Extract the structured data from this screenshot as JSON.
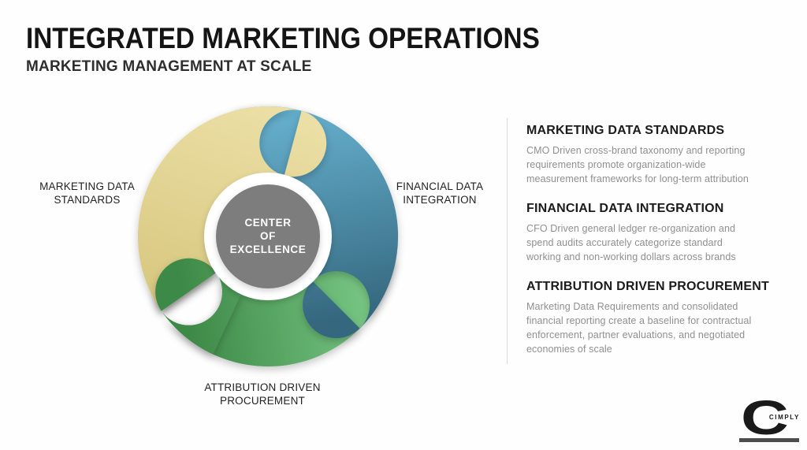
{
  "slide": {
    "title": "INTEGRATED MARKETING OPERATIONS",
    "subtitle": "MARKETING MANAGEMENT AT SCALE"
  },
  "diagram": {
    "center_lines": [
      "CENTER",
      "OF",
      "EXCELLENCE"
    ],
    "center_color": "#7d7d7d",
    "segments": [
      {
        "id": "marketing-data-standards",
        "label": "MARKETING DATA STANDARDS",
        "color_light": "#ecdfa5",
        "color_dark": "#d5c57c"
      },
      {
        "id": "financial-data-integration",
        "label": "FINANCIAL DATA INTEGRATION",
        "color_light": "#64adcb",
        "color_dark": "#35687f"
      },
      {
        "id": "attribution-driven-procurement",
        "label": "ATTRIBUTION DRIVEN PROCUREMENT",
        "color_light": "#7ecd8a",
        "color_dark": "#3e8947"
      }
    ]
  },
  "details": {
    "sections": [
      {
        "heading": "MARKETING DATA STANDARDS",
        "body": "CMO Driven cross-brand taxonomy and reporting requirements promote organization-wide measurement frameworks for long-term attribution"
      },
      {
        "heading": "FINANCIAL DATA INTEGRATION",
        "body": "CFO Driven general ledger re-organization and spend audits accurately categorize standard working and non-working dollars across brands"
      },
      {
        "heading": "ATTRIBUTION DRIVEN PROCUREMENT",
        "body": "Marketing Data Requirements and consolidated financial reporting create a baseline for contractual enforcement, partner evaluations, and negotiated economies of scale"
      }
    ]
  },
  "logo": {
    "letter": "C",
    "name": "CIMPLY"
  }
}
